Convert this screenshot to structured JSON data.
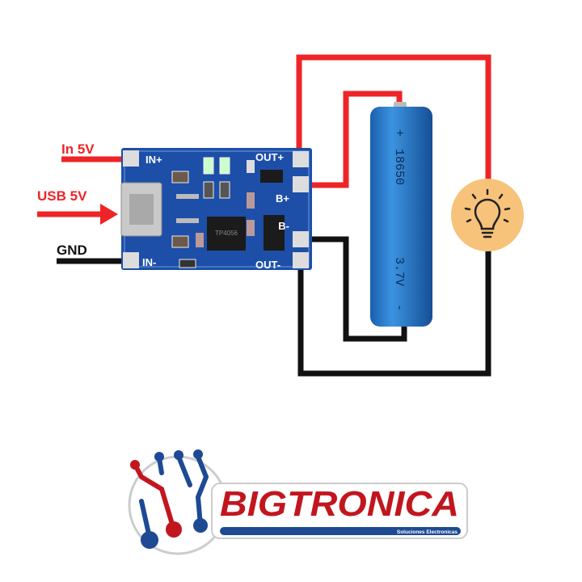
{
  "labels": {
    "in_5v": "In 5V",
    "usb_5v": "USB 5V",
    "gnd": "GND"
  },
  "board": {
    "pin_in_plus": "IN+",
    "pin_in_minus": "IN-",
    "pin_out_plus": "OUT+",
    "pin_out_minus": "OUT-",
    "pin_b_plus": "B+",
    "pin_b_minus": "B-",
    "chip_label": "TP4056"
  },
  "battery": {
    "plus": "+",
    "model": "18650",
    "voltage": "3.7V",
    "minus": "-"
  },
  "logo": {
    "name": "BIGTRONICA",
    "tagline": "Soluciones Electronicas"
  },
  "colors": {
    "positive_wire": "#ee2427",
    "negative_wire": "#111111",
    "board": "#1d4fa8",
    "battery": "#2a7fd0",
    "bulb_background": "#f7c27a",
    "logo_red": "#c2161f",
    "logo_blue": "#1d4a93"
  },
  "icons": {
    "bulb": "lightbulb-icon"
  }
}
